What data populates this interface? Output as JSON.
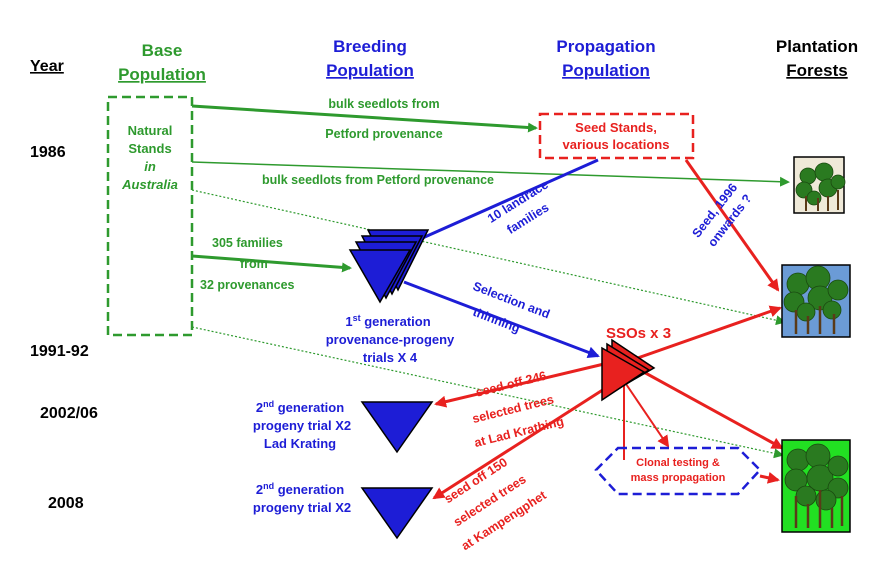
{
  "colors": {
    "green": "#2e9a2e",
    "blue": "#1d1dd6",
    "red": "#e8211f",
    "black": "#000000",
    "navy": "#1a1a80",
    "forest_green": "#2a7a20",
    "trunk": "#5a3a18",
    "panel_beige": "#efe9d8",
    "panel_blue": "#6b9bd6",
    "panel_bright": "#22e022"
  },
  "headers": {
    "year": "Year",
    "base": [
      "Base",
      "Population"
    ],
    "breeding": [
      "Breeding",
      "Population"
    ],
    "propagation": [
      "Propagation",
      "Population"
    ],
    "plantation": [
      "Plantation",
      "Forests"
    ]
  },
  "years": [
    "1986",
    "1991-92",
    "2002/06",
    "2008"
  ],
  "base_box": {
    "lines": [
      "Natural",
      "Stands",
      "in",
      "Australia"
    ]
  },
  "seed_stands": {
    "lines": [
      "Seed Stands,",
      "various locations"
    ]
  },
  "arrow_labels": {
    "bulk1": [
      "bulk seedlots from",
      "Petford provenance"
    ],
    "bulk2": "bulk seedlots from Petford provenance",
    "families": [
      "305 families",
      "from",
      "32 provenances"
    ],
    "landrace": [
      "10 landrace",
      "families"
    ],
    "seed1996": [
      "Seed, 1996",
      "onwards ?"
    ],
    "selection": [
      "Selection and",
      "thinning"
    ],
    "seed246": [
      "seed off 246",
      "selected trees",
      "at Lad Krathing"
    ],
    "seed150": [
      "seed off 150",
      "selected trees",
      "at Kampengphet"
    ]
  },
  "nodes": {
    "gen1": {
      "sup": "st",
      "pre": "1",
      "line1": " generation",
      "line2": "provenance-progeny",
      "line3": "trials X 4"
    },
    "ssos": "SSOs x 3",
    "gen2a": {
      "sup": "nd",
      "pre": "2",
      "line1": " generation",
      "line2": "progeny trial X2",
      "line3": "Lad Krating"
    },
    "gen2b": {
      "sup": "nd",
      "pre": "2",
      "line1": " generation",
      "line2": "progeny trial X2"
    },
    "clonal": [
      "Clonal testing &",
      "mass propagation"
    ]
  },
  "icons": {
    "forest_panels": [
      "forest-icon-beige",
      "forest-icon-blue",
      "forest-icon-green"
    ],
    "triangles": [
      "triangle-stack-icon",
      "triangle-icon",
      "triangle-stack-icon"
    ]
  }
}
